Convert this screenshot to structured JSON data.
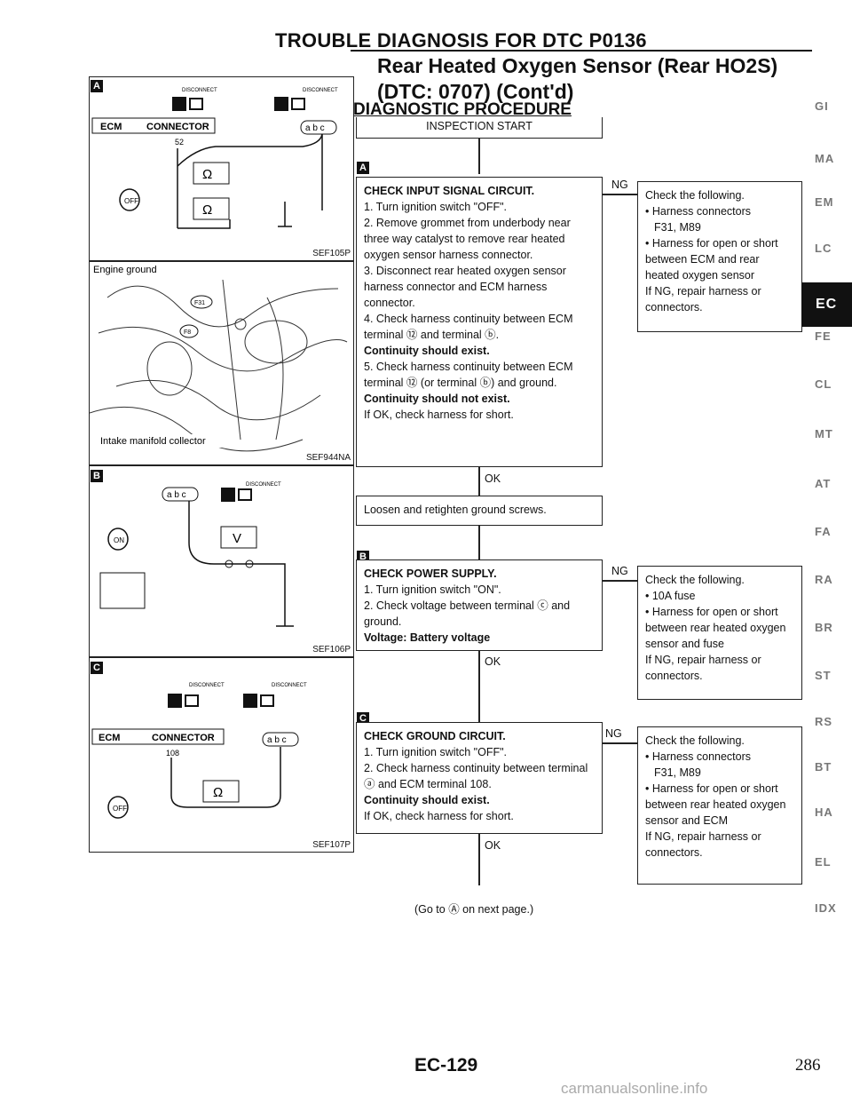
{
  "header": "TROUBLE DIAGNOSIS FOR DTC P0136",
  "title": "Rear Heated Oxygen Sensor (Rear HO2S) (DTC: 0707) (Cont'd)",
  "subtitle": "DIAGNOSTIC PROCEDURE",
  "start": "INSPECTION START",
  "steps": [
    {
      "tag": "A",
      "heading": "CHECK INPUT SIGNAL CIRCUIT.",
      "items": [
        "1. Turn ignition switch \"OFF\".",
        "2. Remove grommet from underbody near three way catalyst to remove rear heated oxygen sensor harness connector.",
        "3. Disconnect rear heated oxygen sensor harness connector and ECM harness connector.",
        "4. Check harness continuity between ECM terminal ⑫ and terminal ⓑ.",
        "Continuity should exist.",
        "5. Check harness continuity between ECM terminal ⑫ (or terminal ⓑ) and ground.",
        "Continuity should not exist.",
        "If OK, check harness for short."
      ],
      "ng_label": "NG",
      "ng_heading": "Check the following.",
      "ng_items": [
        "Harness connectors",
        "F31, M89",
        "Harness for open or short between ECM and rear heated oxygen sensor"
      ],
      "ng_foot": "If NG, repair harness or connectors.",
      "ok_label": "OK"
    },
    {
      "tag": "B",
      "heading": "CHECK POWER SUPPLY.",
      "items": [
        "1. Turn ignition switch \"ON\".",
        "2. Check voltage between terminal ⓒ and ground.",
        "Voltage: Battery voltage"
      ],
      "ng_label": "NG",
      "ng_heading": "Check the following.",
      "ng_items": [
        "10A fuse",
        "Harness for open or short between rear heated oxygen sensor and fuse"
      ],
      "ng_foot": "If NG, repair harness or connectors.",
      "ok_label": "OK"
    },
    {
      "tag": "C",
      "heading": "CHECK GROUND CIRCUIT.",
      "items": [
        "1. Turn ignition switch \"OFF\".",
        "2. Check harness continuity between terminal ⓐ and ECM terminal 108.",
        "Continuity should exist.",
        "If OK, check harness for short."
      ],
      "ng_label": "NG",
      "ng_heading": "Check the following.",
      "ng_items": [
        "Harness connectors",
        "F31, M89",
        "Harness for open or short between rear heated oxygen sensor and ECM"
      ],
      "ng_foot": "If NG, repair harness or connectors.",
      "ok_label": "OK"
    }
  ],
  "retighten": "Loosen and retighten ground screws.",
  "goto": "(Go to Ⓐ on next page.)",
  "figures": {
    "a": {
      "code": "SEF105P",
      "tag": "A",
      "ecm": "ECM",
      "connector": "CONNECTOR",
      "terminal": "52",
      "disconnect": "DISCONNECT"
    },
    "photo": {
      "code": "SEF944NA",
      "engine_ground": "Engine ground",
      "intake": "Intake manifold collector",
      "f31": "F31",
      "f8": "F8"
    },
    "b": {
      "code": "SEF106P",
      "tag": "B",
      "disconnect": "DISCONNECT"
    },
    "c": {
      "code": "SEF107P",
      "tag": "C",
      "ecm": "ECM",
      "connector": "CONNECTOR",
      "terminal": "108",
      "disconnect": "DISCONNECT"
    }
  },
  "sidebar": [
    "GI",
    "MA",
    "EM",
    "LC",
    "EC",
    "FE",
    "CL",
    "MT",
    "AT",
    "FA",
    "RA",
    "BR",
    "ST",
    "RS",
    "BT",
    "HA",
    "EL",
    "IDX"
  ],
  "sidebar_active": "EC",
  "footer": {
    "page_code": "EC-129",
    "page_number": "286",
    "watermark": "carmanualsonline.info"
  }
}
